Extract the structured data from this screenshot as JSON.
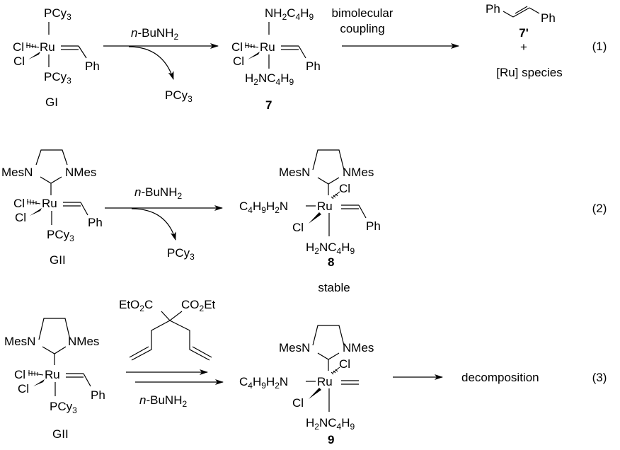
{
  "reactions": [
    {
      "number": "(1)",
      "reactant": {
        "label": "GI",
        "ligand_top": [
          "PCy",
          "3"
        ],
        "ligand_bottom": [
          "PCy",
          "3"
        ],
        "metal": "Ru",
        "cl1": "Cl",
        "cl2": "Cl",
        "carbene_sub": "Ph"
      },
      "reagent": [
        "n",
        "-BuNH",
        "2"
      ],
      "byproduct": [
        "PCy",
        "3"
      ],
      "intermediate": {
        "label": "7",
        "ligand_top": [
          "NH",
          "2",
          "C",
          "4",
          "H",
          "9"
        ],
        "ligand_bottom": [
          "H",
          "2",
          "NC",
          "4",
          "H",
          "9"
        ],
        "metal": "Ru",
        "cl1": "Cl",
        "cl2": "Cl",
        "carbene_sub": "Ph"
      },
      "step2_label": [
        "bimolecular",
        "coupling"
      ],
      "product": {
        "label": "7'",
        "ph_left": "Ph",
        "ph_right": "Ph",
        "plus": "+",
        "coproduct": "[Ru] species"
      }
    },
    {
      "number": "(2)",
      "reactant": {
        "label": "GII",
        "nhc_left": "MesN",
        "nhc_right": "NMes",
        "ligand_bottom": [
          "PCy",
          "3"
        ],
        "metal": "Ru",
        "cl1": "Cl",
        "cl2": "Cl",
        "carbene_sub": "Ph"
      },
      "reagent": [
        "n",
        "-BuNH",
        "2"
      ],
      "byproduct": [
        "PCy",
        "3"
      ],
      "product": {
        "label": "8",
        "note": "stable",
        "nhc_left": "MesN",
        "nhc_right": "NMes",
        "amine_left": [
          "C",
          "4",
          "H",
          "9",
          "H",
          "2",
          "N"
        ],
        "amine_bottom": [
          "H",
          "2",
          "NC",
          "4",
          "H",
          "9"
        ],
        "metal": "Ru",
        "cl1": "Cl",
        "cl2": "Cl",
        "carbene_sub": "Ph"
      }
    },
    {
      "number": "(3)",
      "reactant": {
        "label": "GII",
        "nhc_left": "MesN",
        "nhc_right": "NMes",
        "ligand_bottom": [
          "PCy",
          "3"
        ],
        "metal": "Ru",
        "cl1": "Cl",
        "cl2": "Cl",
        "carbene_sub": "Ph"
      },
      "reagent_top": {
        "left_ester": [
          "EtO",
          "2",
          "C"
        ],
        "right_ester": [
          "CO",
          "2",
          "Et"
        ]
      },
      "reagent_bottom": [
        "n",
        "-BuNH",
        "2"
      ],
      "product": {
        "label": "9",
        "nhc_left": "MesN",
        "nhc_right": "NMes",
        "amine_left": [
          "C",
          "4",
          "H",
          "9",
          "H",
          "2",
          "N"
        ],
        "amine_bottom": [
          "H",
          "2",
          "NC",
          "4",
          "H",
          "9"
        ],
        "metal": "Ru",
        "cl1": "Cl",
        "cl2": "Cl"
      },
      "final": "decomposition"
    }
  ]
}
